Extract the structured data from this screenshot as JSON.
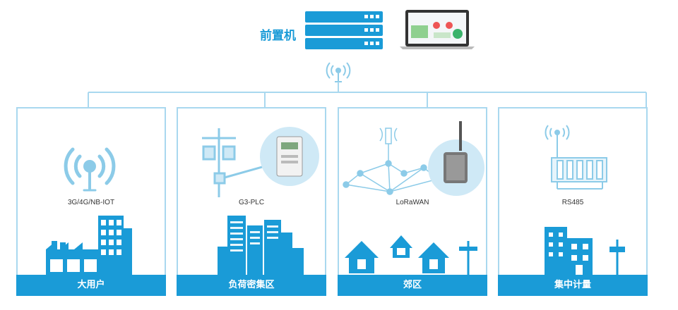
{
  "header": {
    "title": "前置机"
  },
  "panels": [
    {
      "tech": "3G/4G/NB-IOT",
      "name": "大用户"
    },
    {
      "tech": "G3-PLC",
      "name": "负荷密集区"
    },
    {
      "tech": "LoRaWAN",
      "name": "郊区"
    },
    {
      "tech": "RS485",
      "name": "集中计量"
    }
  ],
  "colors": {
    "accent": "#1a9bd7",
    "light": "#a9d8ef",
    "icon": "#8ccbe8"
  }
}
